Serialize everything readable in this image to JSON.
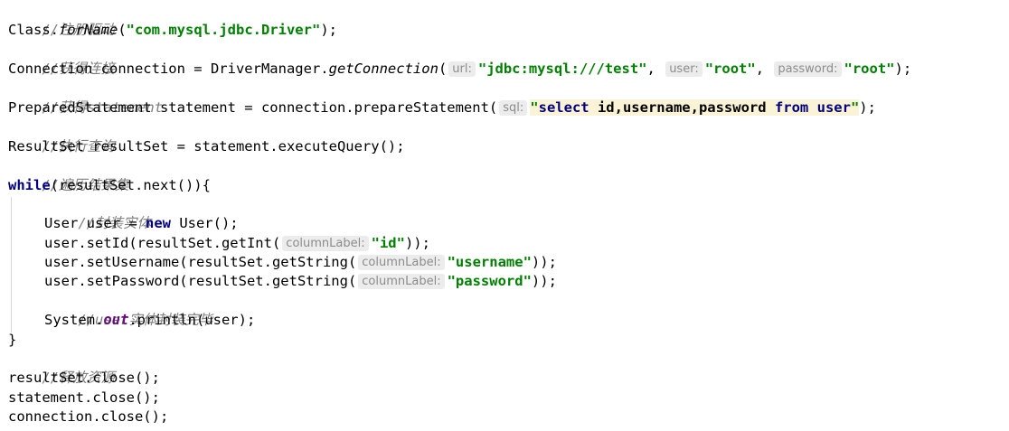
{
  "comments": {
    "register_driver": "//注册驱动",
    "get_connection": "//获得连接",
    "get_statement": "//获得statement",
    "execute_query": "//执行查询",
    "iterate_results": "//遍历结果集",
    "wrap_entity": "//封装实体",
    "entity_done": "//user实体封装完毕",
    "release_resources": "//释放资源"
  },
  "line_class_forname": {
    "prefix": "Class.",
    "method": "forName",
    "open": "(",
    "arg": "\"com.mysql.jdbc.Driver\"",
    "close": ");"
  },
  "line_connection": {
    "prefix": "Connection connection = DriverManager.",
    "method": "getConnection",
    "open": "(",
    "hint_url": "url:",
    "arg_url": "\"jdbc:mysql:///test\"",
    "sep1": ",",
    "hint_user": "user:",
    "arg_user": "\"root\"",
    "sep2": ",",
    "hint_password": "password:",
    "arg_password": "\"root\"",
    "close": ");"
  },
  "line_statement": {
    "prefix": "PreparedStatement statement = connection.prepareStatement(",
    "hint_sql": "sql:",
    "quote_open": "\"",
    "kw_select": "select",
    "cols": " id,username,password ",
    "kw_from": "from",
    "space": " ",
    "table": "user",
    "quote_close": "\"",
    "close": ");"
  },
  "line_resultset": "ResultSet resultSet = statement.executeQuery();",
  "line_while": {
    "kw": "while",
    "rest": "(resultSet.next()){"
  },
  "line_new_user": {
    "prefix": "User user = ",
    "kw": "new",
    "rest": " User();"
  },
  "line_set_id": {
    "prefix": "user.setId(resultSet.getInt(",
    "hint": "columnLabel:",
    "arg": "\"id\"",
    "close": "));"
  },
  "line_set_username": {
    "prefix": "user.setUsername(resultSet.getString(",
    "hint": "columnLabel:",
    "arg": "\"username\"",
    "close": "));"
  },
  "line_set_password": {
    "prefix": "user.setPassword(resultSet.getString(",
    "hint": "columnLabel:",
    "arg": "\"password\"",
    "close": "));"
  },
  "line_println": {
    "prefix": "System.",
    "field": "out",
    "rest": ".println(user);"
  },
  "line_close_brace": "}",
  "line_close_resultset": "resultSet.close();",
  "line_close_statement": "statement.close();",
  "line_close_connection": "connection.close();",
  "colors": {
    "comment": "#808080",
    "keyword": "#000080",
    "string": "#008000",
    "static_field": "#660e7a",
    "hint_bg": "#ececec",
    "hint_fg": "#8c8c8c",
    "sql_injection_bg": "#fbf3d5"
  }
}
